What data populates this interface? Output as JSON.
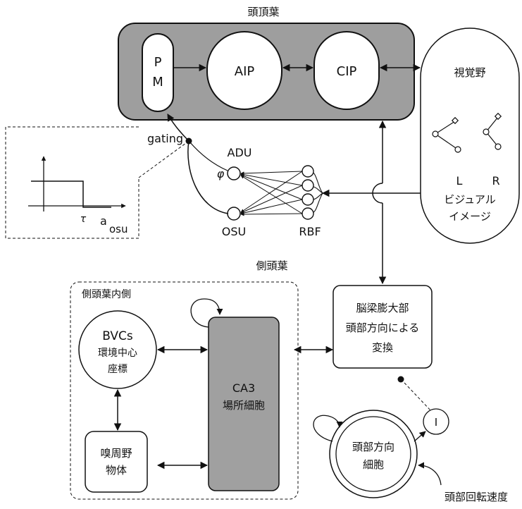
{
  "parietal": {
    "title": "頭頂葉",
    "pm_top": "P",
    "pm_bottom": "M",
    "aip": "AIP",
    "cip": "CIP"
  },
  "visual": {
    "title": "視覚野",
    "left": "L",
    "right": "R",
    "line1": "ビジュアル",
    "line2": "イメージ"
  },
  "network": {
    "gating": "gating",
    "adu": "ADU",
    "phi": "φ",
    "osu": "OSU",
    "rbf": "RBF"
  },
  "inset": {
    "tau": "τ",
    "a": "a",
    "a_sub": "osu"
  },
  "temporal": {
    "title": "側頭葉",
    "medial": "側頭葉内側",
    "bvcs": "BVCs",
    "bvcs_line2": "環境中心",
    "bvcs_line3": "座標",
    "perirhinal_line1": "嗅周野",
    "perirhinal_line2": "物体",
    "ca3_line1": "CA3",
    "ca3_line2": "場所細胞"
  },
  "retrosplenial": {
    "line1": "脳梁膨大部",
    "line2": "頭部方向による",
    "line3": "変換"
  },
  "head_direction": {
    "line1": "頭部方向",
    "line2": "細胞",
    "input": "I",
    "velocity": "頭部回転速度"
  }
}
